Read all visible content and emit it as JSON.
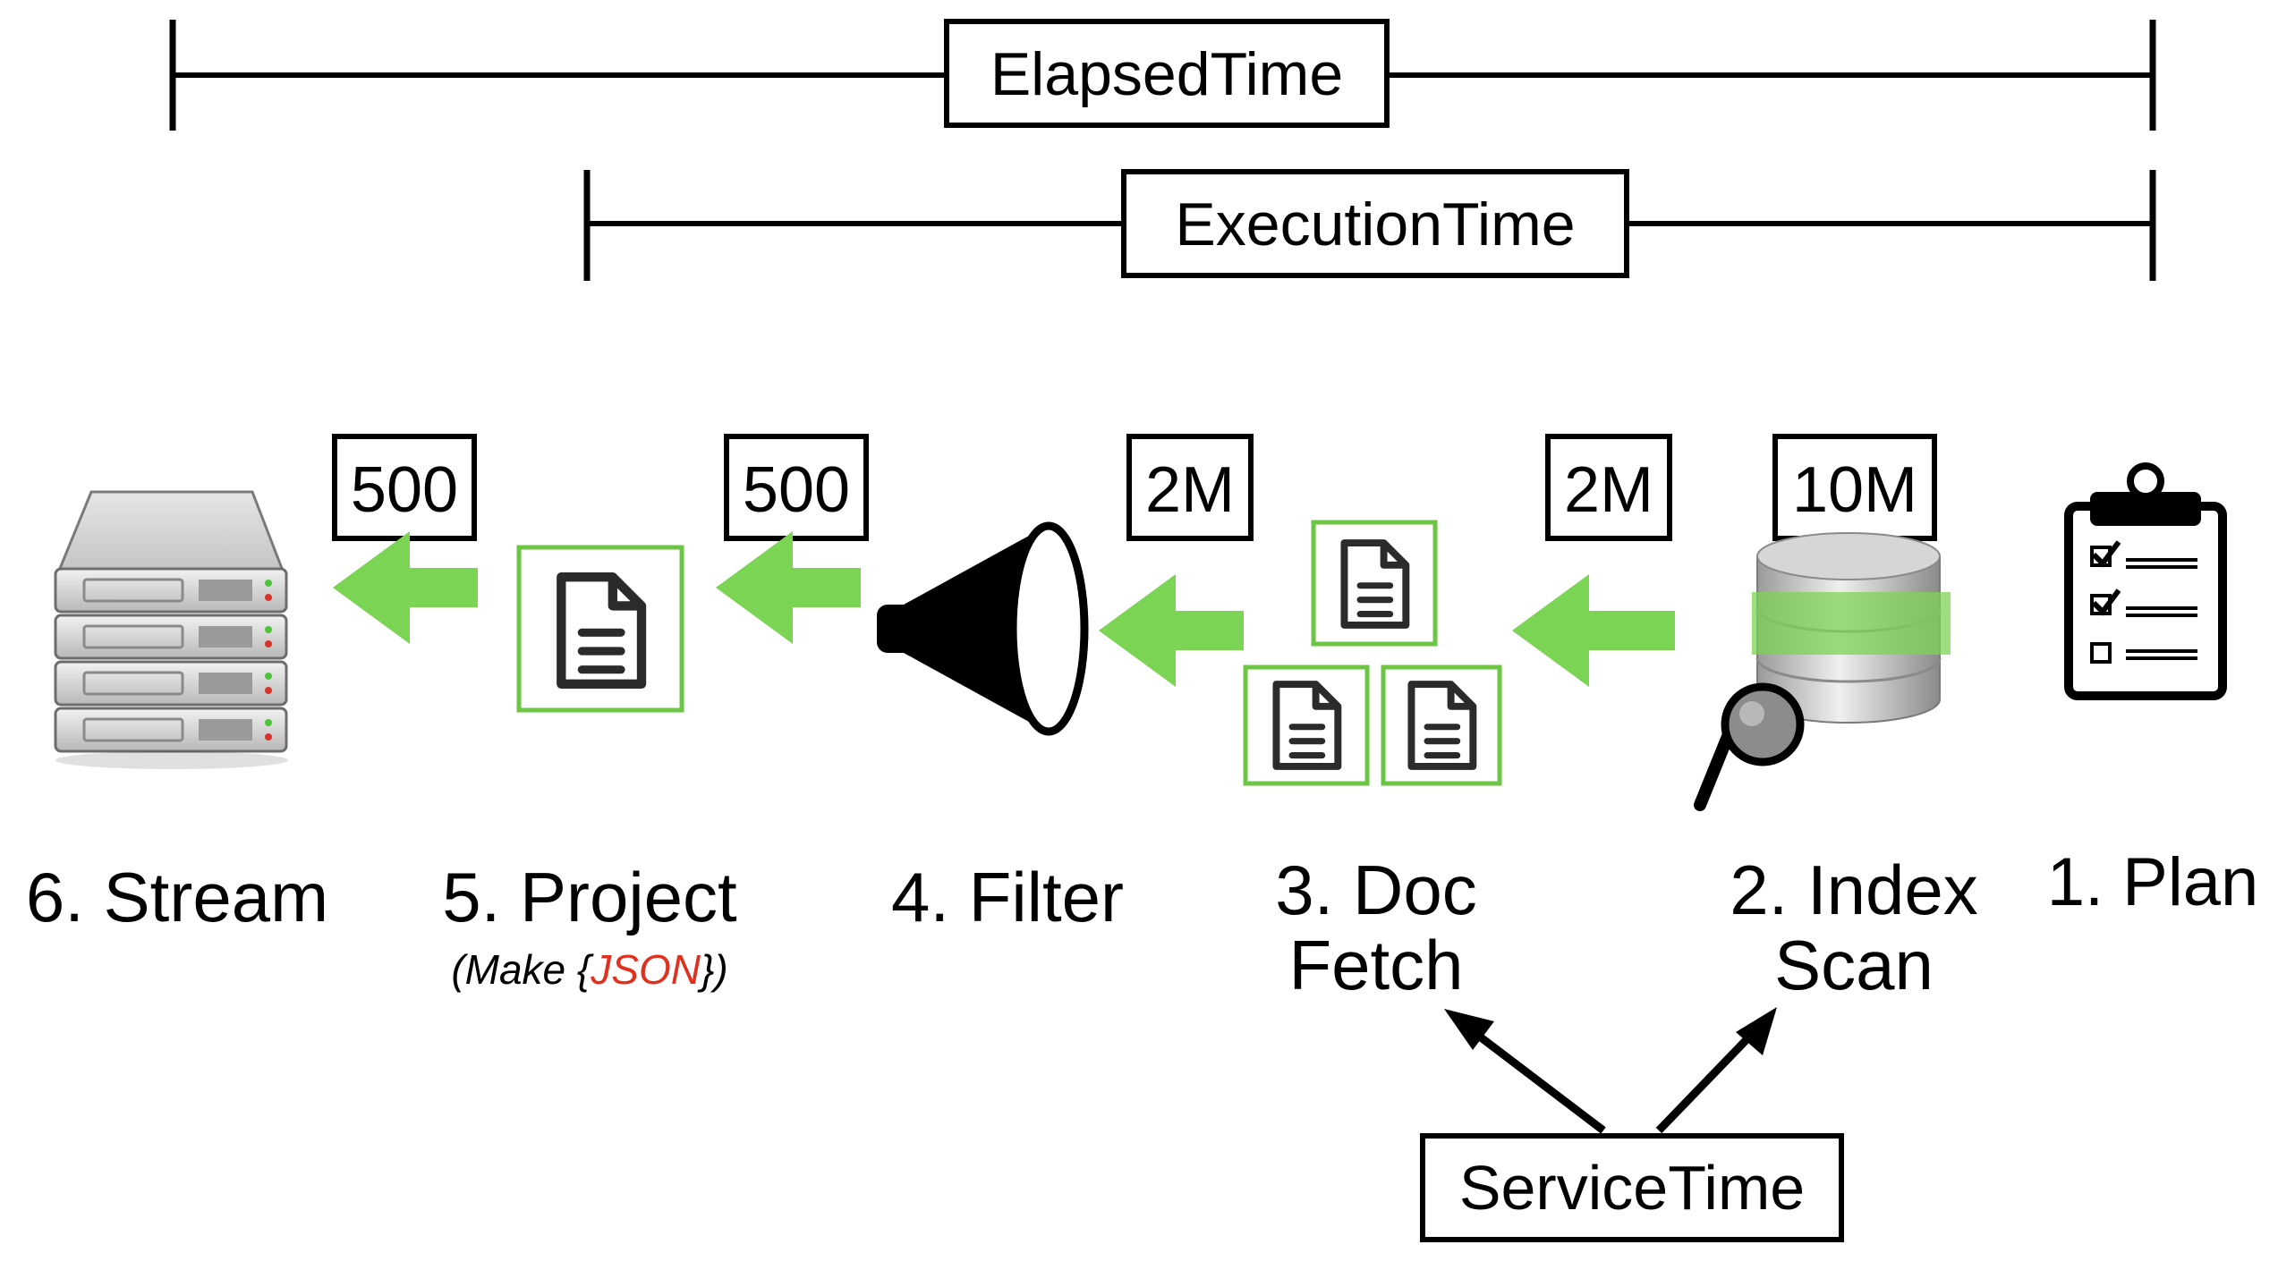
{
  "timings": {
    "elapsed": "ElapsedTime",
    "execution": "ExecutionTime",
    "service": "ServiceTime"
  },
  "counts": {
    "stream_in": "500",
    "project_in": "500",
    "filter_in": "2M",
    "fetch_in": "2M",
    "scan_out": "10M"
  },
  "stages": {
    "stream": "6. Stream",
    "project": "5. Project",
    "project_note_prefix": "(Make {",
    "project_note_json": "JSON",
    "project_note_suffix": "})",
    "filter": "4. Filter",
    "fetch_line1": "3. Doc",
    "fetch_line2": "Fetch",
    "scan_line1": "2. Index",
    "scan_line2": "Scan",
    "plan": "1. Plan"
  },
  "colors": {
    "arrow_green": "#7cd454",
    "box_green": "#6cc644",
    "json_red": "#e0301e"
  },
  "icons": [
    "server-stack-icon",
    "document-icon",
    "funnel-icon",
    "database-search-icon",
    "clipboard-checklist-icon"
  ]
}
